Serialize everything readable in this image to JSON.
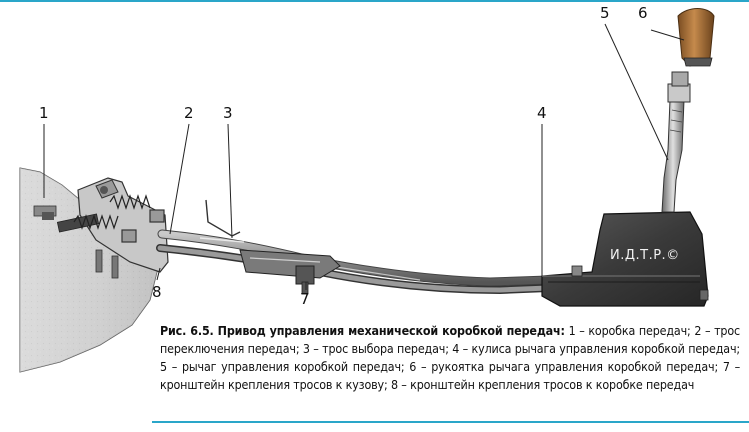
{
  "figure": {
    "callouts": [
      {
        "id": "1",
        "label": "1"
      },
      {
        "id": "2",
        "label": "2"
      },
      {
        "id": "3",
        "label": "3"
      },
      {
        "id": "4",
        "label": "4"
      },
      {
        "id": "5",
        "label": "5"
      },
      {
        "id": "6",
        "label": "6"
      },
      {
        "id": "7",
        "label": "7"
      },
      {
        "id": "8",
        "label": "8"
      }
    ],
    "watermark": "И.Д.Т.Р.©"
  },
  "caption": {
    "title": "Рис. 6.5. Привод управления механической коробкой передач:",
    "body": " 1 – коробка передач; 2 – трос переключения передач; 3 – трос выбора передач; 4 – кулиса рычага управления коробкой передач; 5 – рычаг управления коробкой передач; 6 – рукоятка рычага управления коробкой передач; 7 – кронштейн крепления тросов к кузову; 8 – кронштейн крепления тросов к коробке передач"
  },
  "colors": {
    "accent_rule": "#2aa6c9",
    "knob": "#a8713a",
    "metal_dark": "#3a3a3a",
    "metal_mid": "#8a8a8a",
    "metal_light": "#d4d4d4"
  }
}
